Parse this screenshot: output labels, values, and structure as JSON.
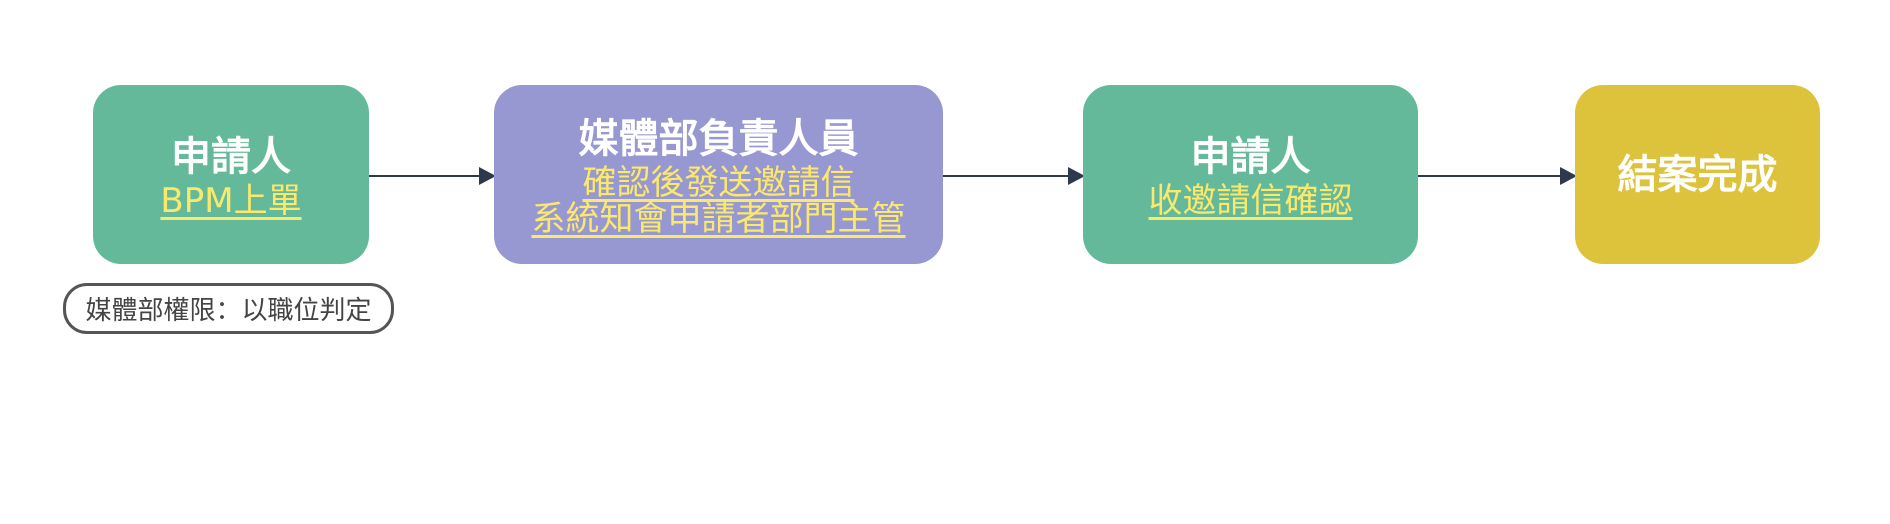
{
  "nodes": [
    {
      "title": "申請人",
      "subtitle": [
        "BPM上單"
      ]
    },
    {
      "title": "媒體部負責人員",
      "subtitle": [
        "確認後發送邀請信",
        "系統知會申請者部門主管"
      ]
    },
    {
      "title": "申請人",
      "subtitle": [
        "收邀請信確認"
      ]
    },
    {
      "title": "結案完成"
    }
  ],
  "note": "媒體部權限：以職位判定",
  "colors": {
    "green": "#65b99b",
    "purple": "#9797d1",
    "yellow": "#ddc23b",
    "text_yellow": "#fbe96b",
    "arrow": "#2e3a4b"
  }
}
